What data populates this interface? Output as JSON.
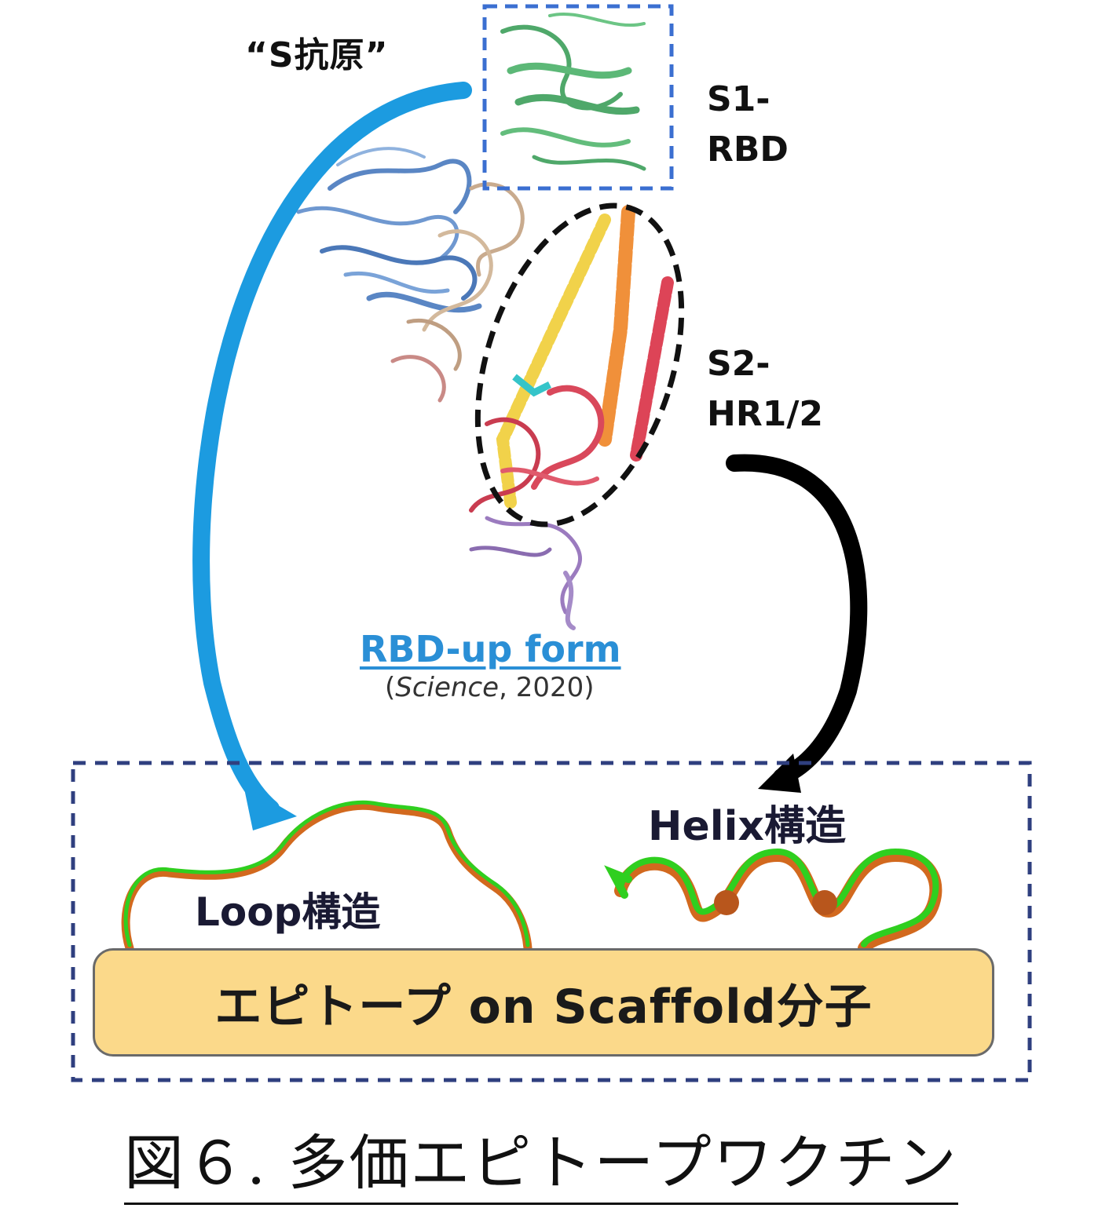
{
  "labels": {
    "s_antigen": "“S抗原”",
    "s1_line1": "S1-",
    "s1_line2": "RBD",
    "s2_line1": "S2-",
    "s2_line2": "HR1/2",
    "rbd_form": "RBD-up form",
    "citation_open": "(",
    "citation_journal": "Science",
    "citation_rest": ", 2020)",
    "helix": "Helix構造",
    "loop": "Loop構造",
    "scaffold": "エピトープ on Scaffold分子",
    "caption": "図６. 多価エピトープワクチン"
  },
  "colors": {
    "blue_arrow": "#1c9be0",
    "black_arrow": "#000000",
    "dashed_blue": "#3b6fd1",
    "dashed_navy": "#2f3f7f",
    "rbd_green": "#4fa86a",
    "scaffold_fill": "#fbd98a",
    "strand_green": "#2fcf1f",
    "strand_orange": "#d2691e"
  }
}
